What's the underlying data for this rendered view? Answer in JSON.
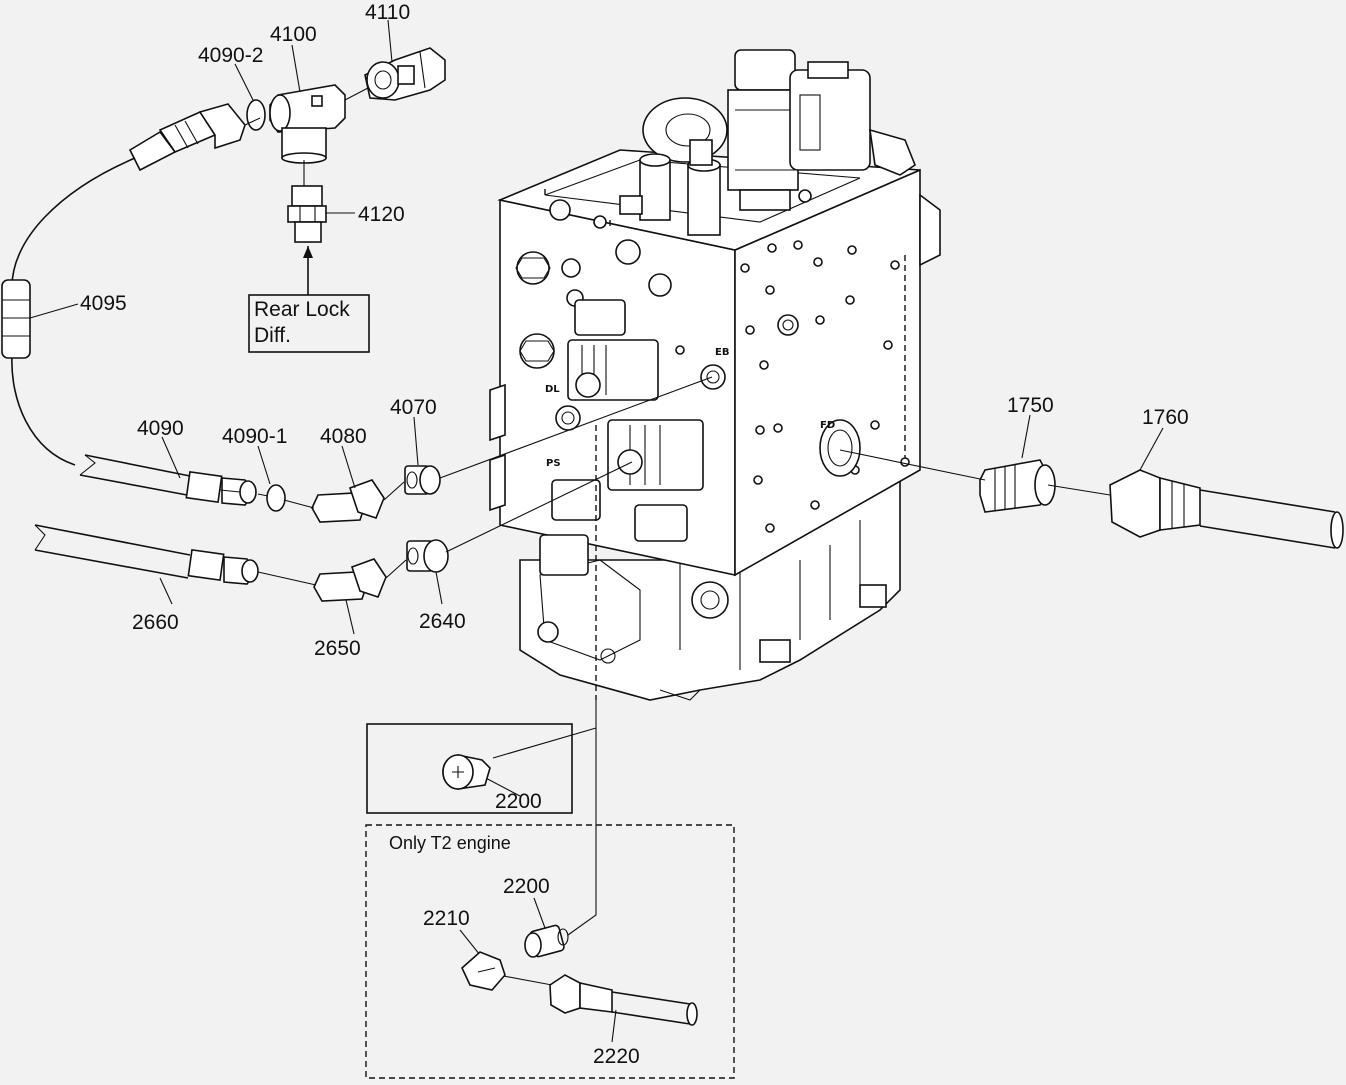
{
  "diagram": {
    "callouts": {
      "c4110": "4110",
      "c4100": "4100",
      "c4090_2": "4090-2",
      "c4120": "4120",
      "c4095": "4095",
      "c4090": "4090",
      "c4090_1": "4090-1",
      "c4080": "4080",
      "c4070": "4070",
      "c2660": "2660",
      "c2650": "2650",
      "c2640": "2640",
      "c1750": "1750",
      "c1760": "1760",
      "c2200a": "2200",
      "c2200b": "2200",
      "c2210": "2210",
      "c2220": "2220"
    },
    "rear_lock_box": {
      "line1": "Rear Lock",
      "line2": "Diff."
    },
    "t2_box": {
      "title": "Only T2 engine"
    },
    "port_marks": {
      "dl": "DL",
      "eb": "EB",
      "ps": "PS",
      "fd": "FD"
    }
  }
}
